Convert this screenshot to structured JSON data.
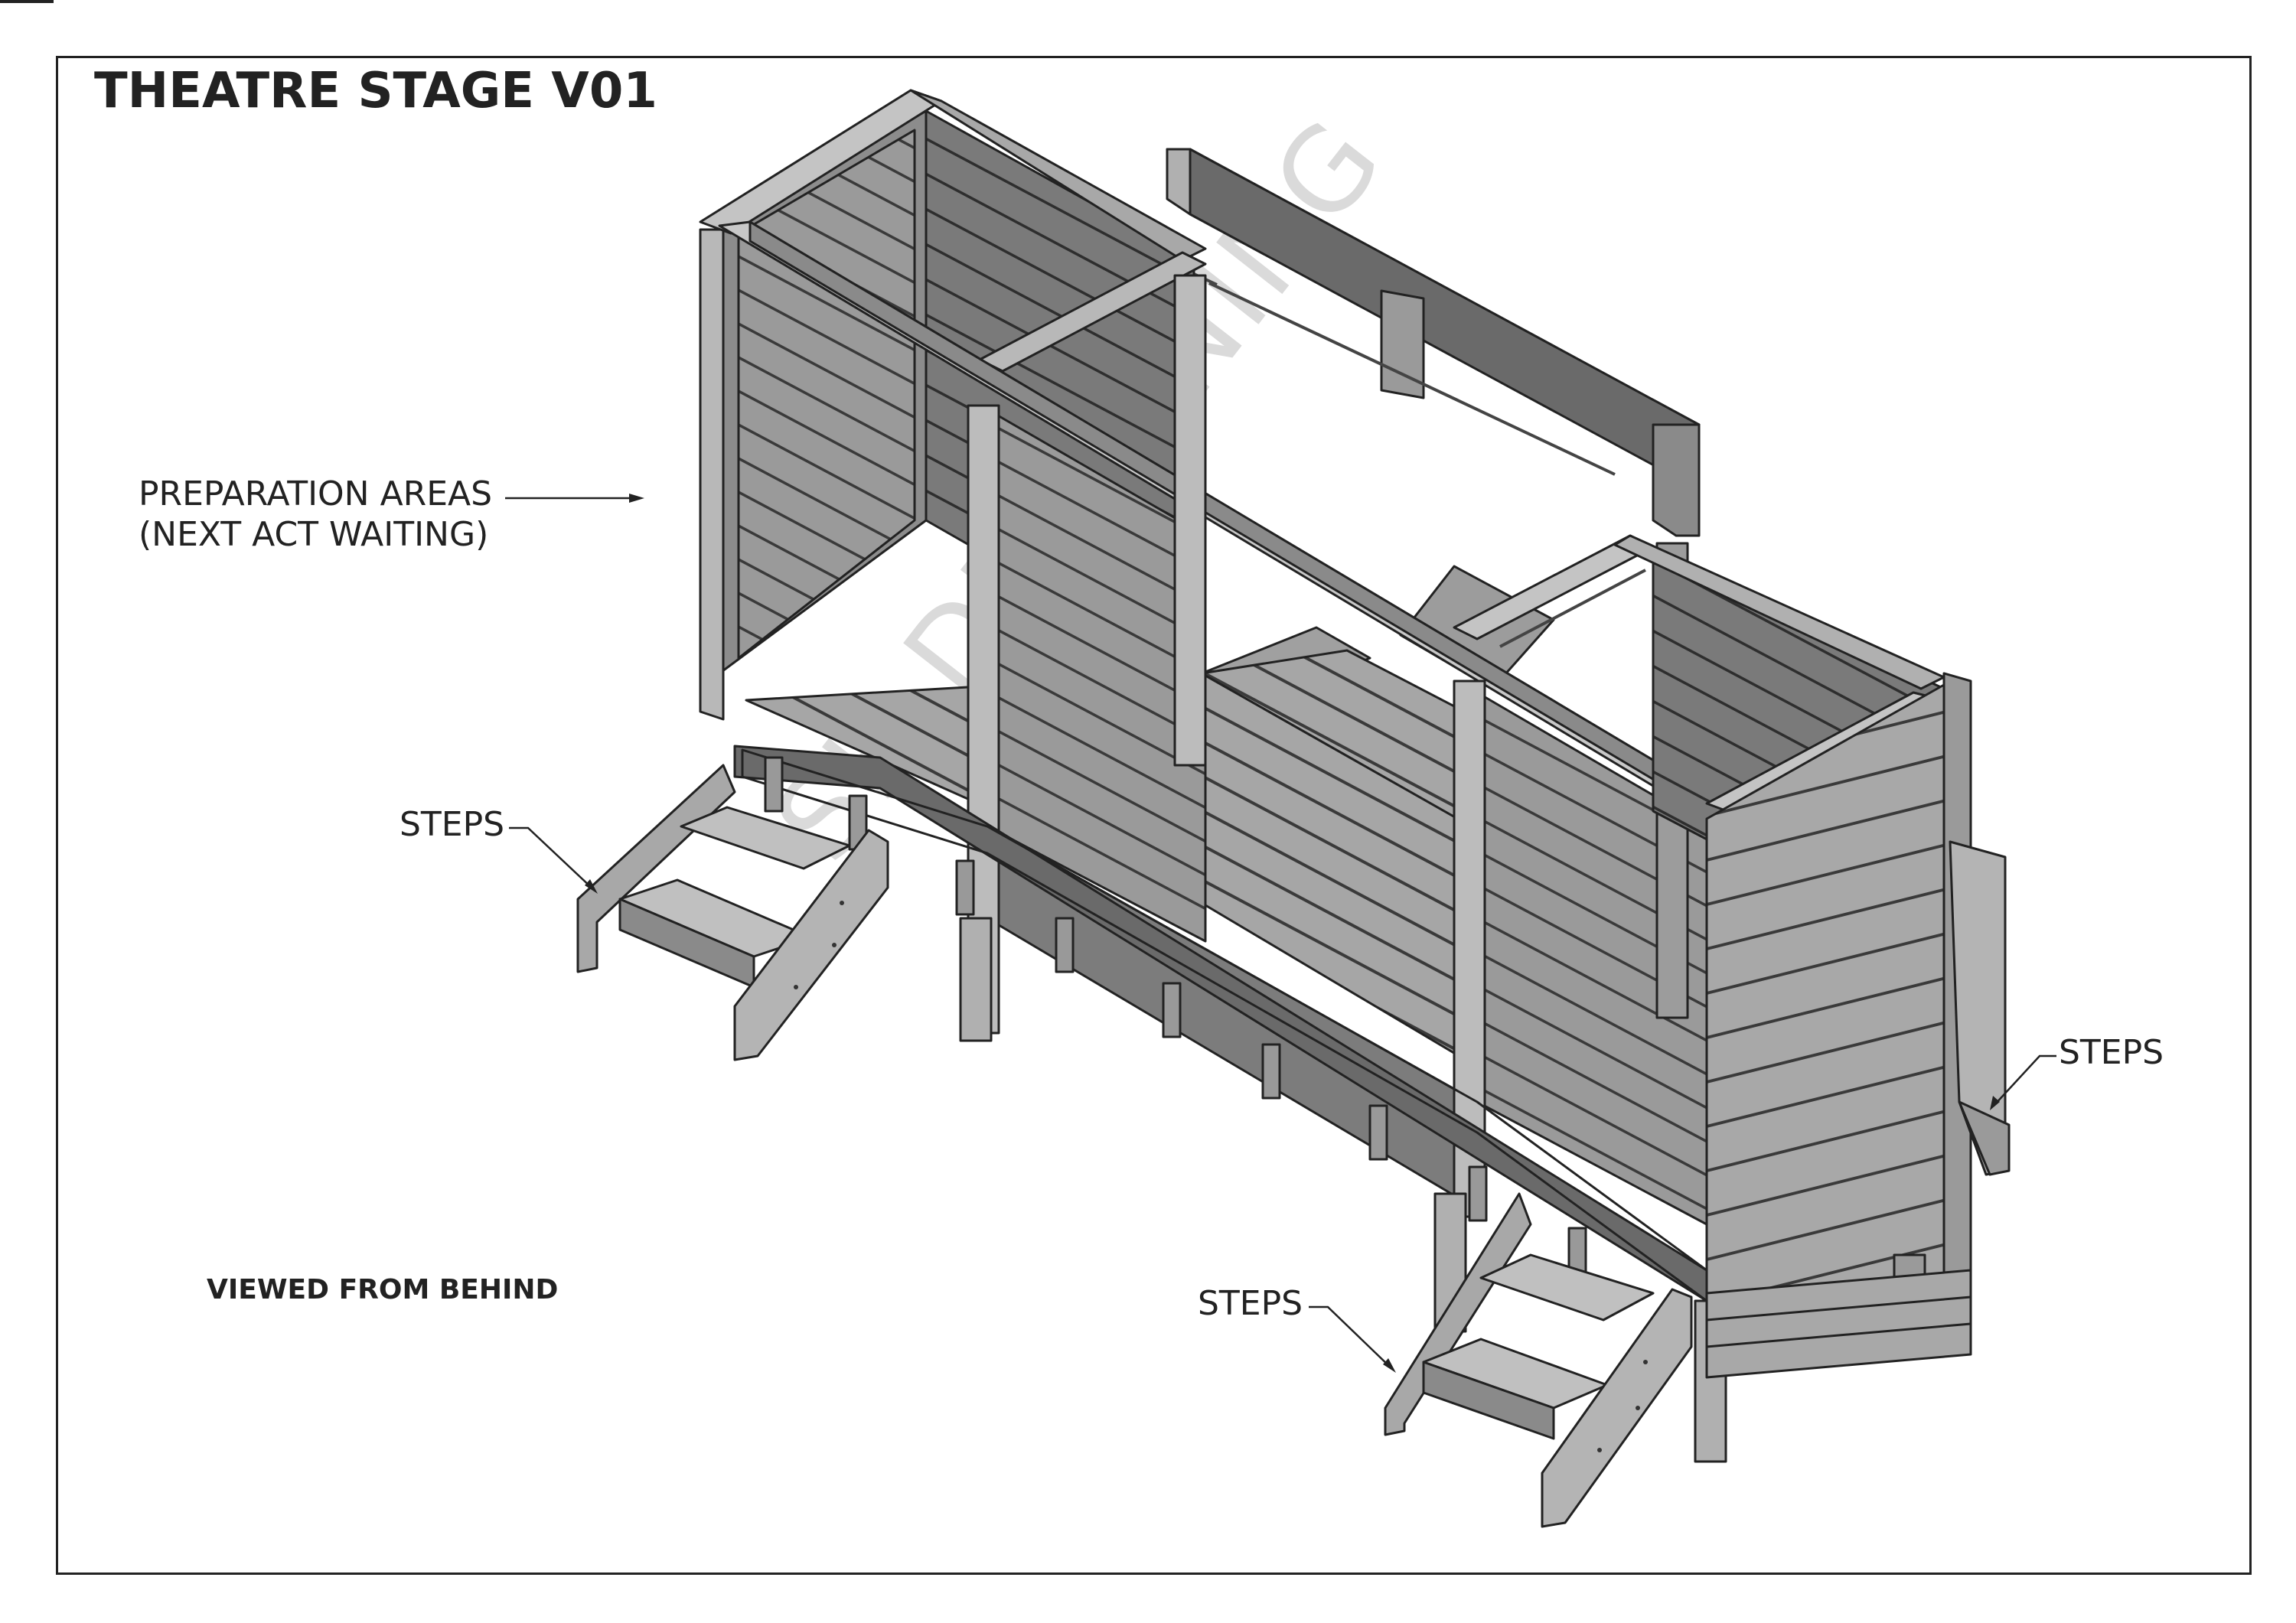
{
  "title": "THEATRE STAGE V01",
  "labels": {
    "preparation_line1": "PREPARATION AREAS",
    "preparation_line2": "(NEXT ACT WAITING)",
    "steps_left": "STEPS",
    "steps_right": "STEPS",
    "steps_front": "STEPS"
  },
  "note": "VIEWED FROM BEHIND",
  "watermark": "SH DESIGNING",
  "colors": {
    "line": "#222222",
    "wood_light": "#b4b4b4",
    "wood_mid": "#8c8c8c",
    "wood_dark": "#666666",
    "wood_deep": "#4a4a4a"
  }
}
